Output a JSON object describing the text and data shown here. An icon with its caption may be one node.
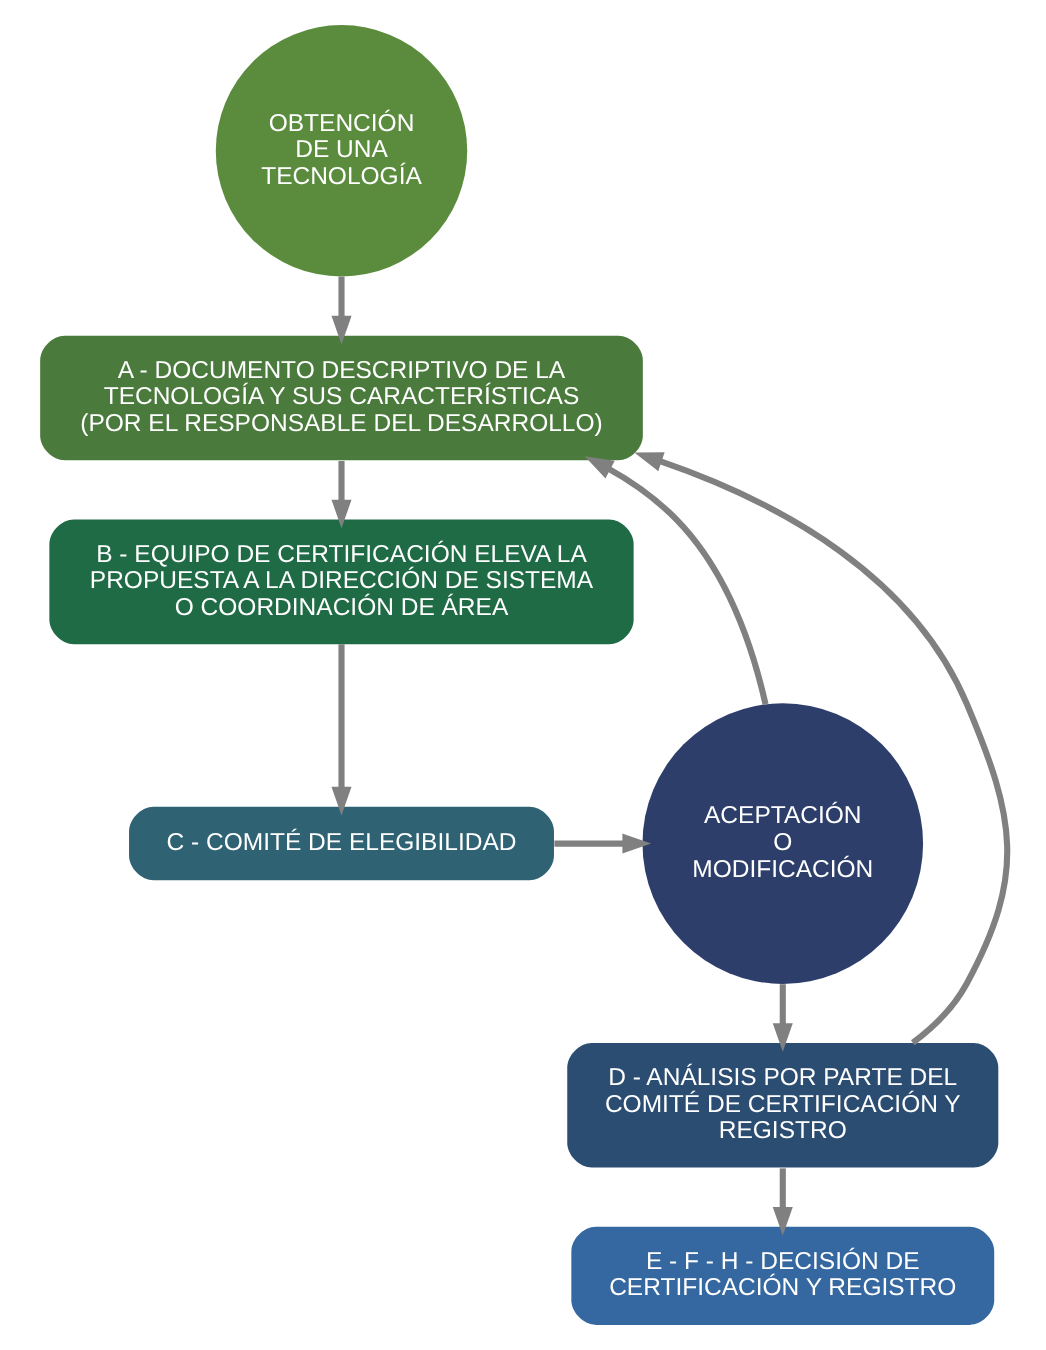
{
  "diagram": {
    "nodes": [
      {
        "text": [
          "OBTENCIÓN DE UNA TECNOLOGÍA"
        ]
      },
      {
        "text": [
          "A - DOCUMENTO DESCRIPTIVO DE LA TECNOLOGÍA Y SUS CARACTERÍSTICAS",
          "(POR EL RESPONSABLE DEL DESARROLLO)"
        ]
      },
      {
        "text": [
          "B - EQUIPO DE CERTIFICACIÓN ELEVA LA PROPUESTA A LA DIRECCIÓN DE SISTEMA O COORDINACIÓN DE ÁREA"
        ]
      },
      {
        "text": [
          "C - COMITÉ DE ELEGIBILIDAD"
        ]
      },
      {
        "text": [
          "ACEPTACIÓN O MODIFICACIÓN"
        ]
      },
      {
        "text": [
          "D - ANÁLISIS POR PARTE DEL COMITÉ DE CERTIFICACIÓN Y REGISTRO"
        ]
      },
      {
        "text": [
          "E - F - H - DECISIÓN DE CERTIFICACIÓN Y REGISTRO"
        ]
      }
    ],
    "edges": [
      {
        "from": 0,
        "to": 1,
        "arrow": "to"
      },
      {
        "from": 1,
        "to": 2,
        "arrow": "to"
      },
      {
        "from": 2,
        "to": 3,
        "arrow": "to"
      },
      {
        "from": 3,
        "to": 4,
        "arrow": "to"
      },
      {
        "from": 4,
        "to": 5,
        "arrow": "to"
      },
      {
        "from": 5,
        "to": 6,
        "arrow": "to"
      },
      {
        "from": 4,
        "to": 1,
        "arrow": "to"
      },
      {
        "from": 5,
        "to": 1,
        "arrow": "to"
      }
    ]
  }
}
